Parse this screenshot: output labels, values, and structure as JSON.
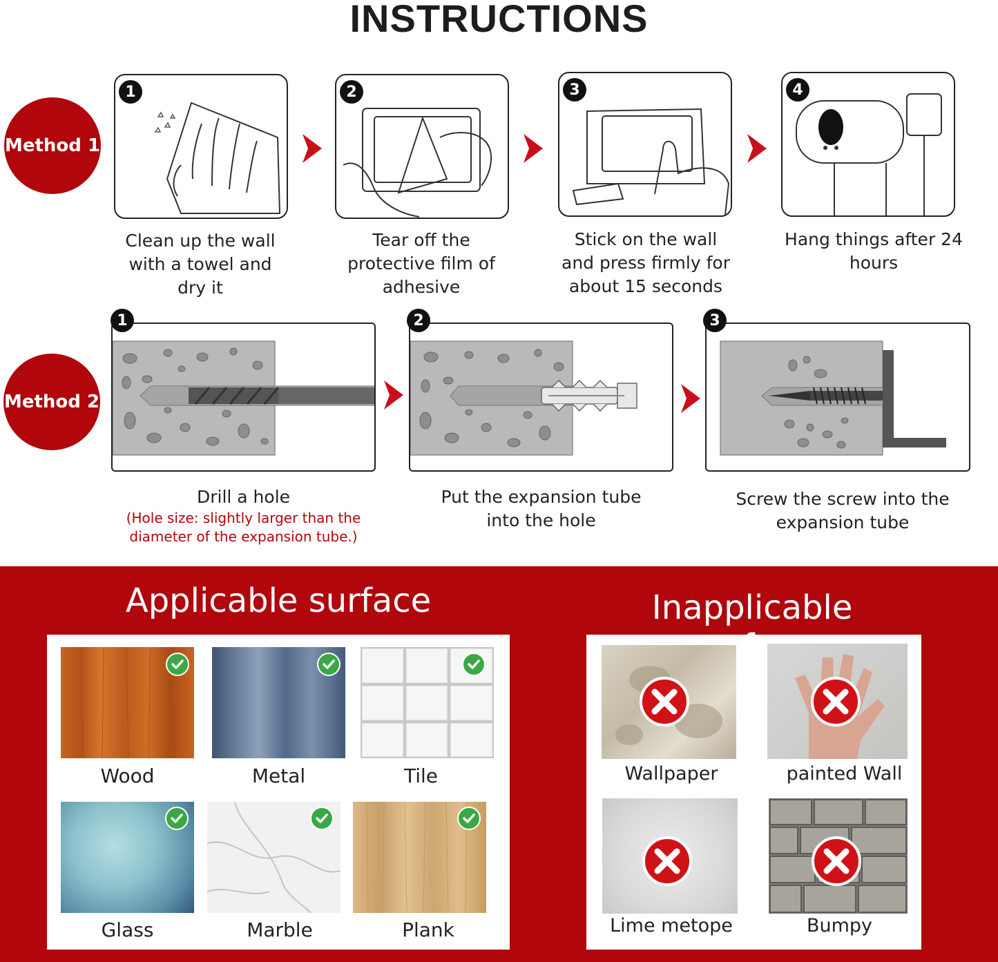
{
  "title": "INSTRUCTIONS",
  "method1": {
    "badge": "Method 1",
    "steps": [
      {
        "num": "1",
        "caption_lines": [
          "Clean up the wall",
          "with a towel and",
          "dry it"
        ]
      },
      {
        "num": "2",
        "caption_lines": [
          "Tear off the",
          "protective film of",
          "adhesive"
        ]
      },
      {
        "num": "3",
        "caption_lines": [
          "Stick on the wall",
          "and press firmly for",
          "about 15 seconds"
        ]
      },
      {
        "num": "4",
        "caption_lines": [
          "Hang things after 24",
          "hours"
        ]
      }
    ]
  },
  "method2": {
    "badge": "Method 2",
    "steps": [
      {
        "num": "1",
        "caption_lines": [
          "Drill a hole"
        ],
        "note_lines": [
          "(Hole size: slightly larger than the",
          "diameter of the expansion tube.)"
        ]
      },
      {
        "num": "2",
        "caption_lines": [
          "Put the expansion tube",
          "into the hole"
        ]
      },
      {
        "num": "3",
        "caption_lines": [
          "Screw the screw into the",
          "expansion tube"
        ]
      }
    ]
  },
  "applicable": {
    "heading": "Applicable surface",
    "items": [
      "Wood",
      "Metal",
      "Tile",
      "Glass",
      "Marble",
      "Plank"
    ]
  },
  "inapplicable": {
    "heading": "Inapplicable surface",
    "items": [
      "Wallpaper",
      "painted Wall",
      "Lime metope",
      "Bumpy"
    ]
  },
  "colors": {
    "brand_red": "#b0060c",
    "check_green": "#3aa845",
    "cross_red": "#d01217"
  }
}
